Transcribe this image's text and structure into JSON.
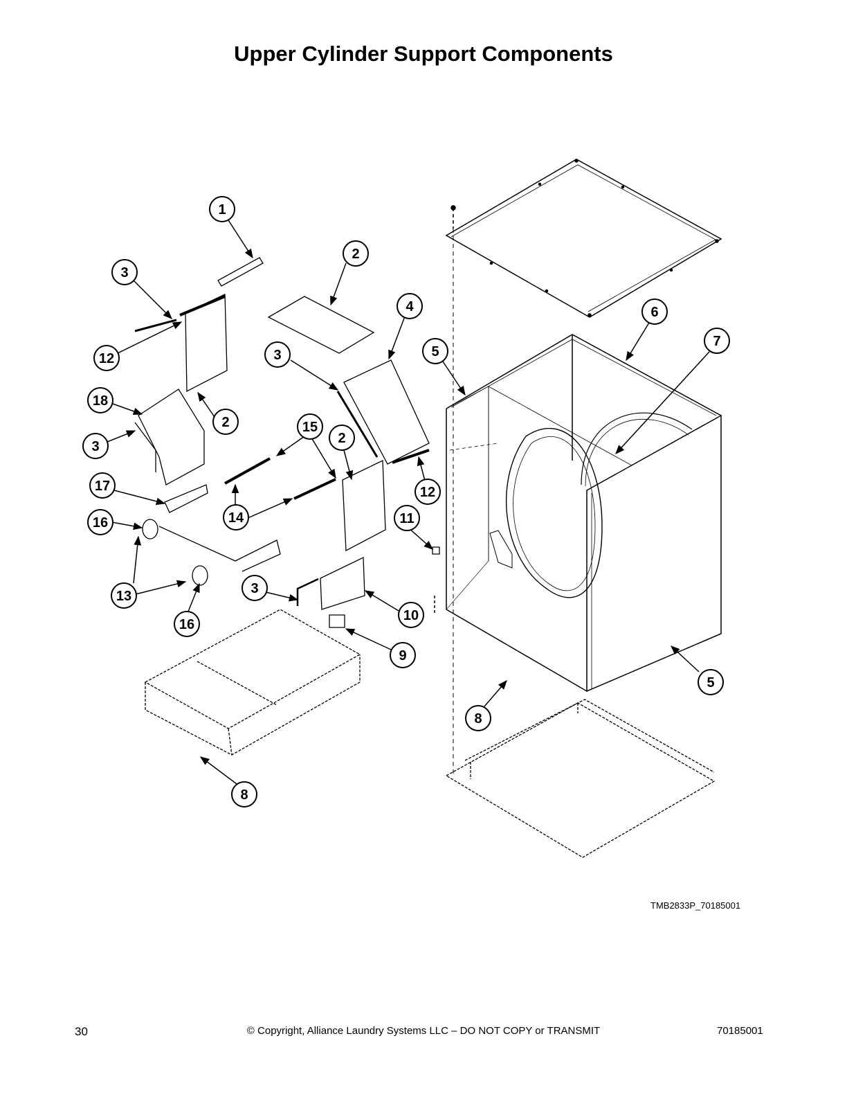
{
  "title": "Upper Cylinder Support Components",
  "figure_id": "TMB2833P_70185001",
  "footer": {
    "page_number": "30",
    "copyright": "© Copyright, Alliance Laundry Systems LLC – DO NOT COPY or TRANSMIT",
    "document_number": "70185001"
  },
  "callouts": [
    {
      "id": "c1",
      "label": "1"
    },
    {
      "id": "c2a",
      "label": "2"
    },
    {
      "id": "c2b",
      "label": "2"
    },
    {
      "id": "c2c",
      "label": "2"
    },
    {
      "id": "c3a",
      "label": "3"
    },
    {
      "id": "c3b",
      "label": "3"
    },
    {
      "id": "c3c",
      "label": "3"
    },
    {
      "id": "c3d",
      "label": "3"
    },
    {
      "id": "c4",
      "label": "4"
    },
    {
      "id": "c5a",
      "label": "5"
    },
    {
      "id": "c5b",
      "label": "5"
    },
    {
      "id": "c6",
      "label": "6"
    },
    {
      "id": "c7",
      "label": "7"
    },
    {
      "id": "c8a",
      "label": "8"
    },
    {
      "id": "c8b",
      "label": "8"
    },
    {
      "id": "c9",
      "label": "9"
    },
    {
      "id": "c10",
      "label": "10"
    },
    {
      "id": "c11",
      "label": "11"
    },
    {
      "id": "c12a",
      "label": "12"
    },
    {
      "id": "c12b",
      "label": "12"
    },
    {
      "id": "c13",
      "label": "13"
    },
    {
      "id": "c14",
      "label": "14"
    },
    {
      "id": "c15",
      "label": "15"
    },
    {
      "id": "c16a",
      "label": "16"
    },
    {
      "id": "c16b",
      "label": "16"
    },
    {
      "id": "c17",
      "label": "17"
    },
    {
      "id": "c18",
      "label": "18"
    }
  ]
}
